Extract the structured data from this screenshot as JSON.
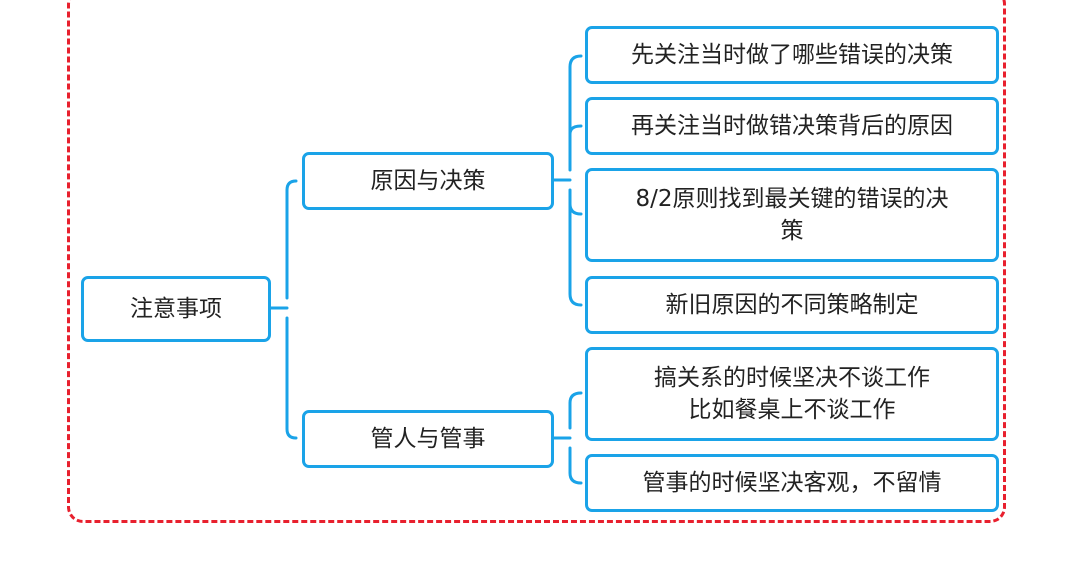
{
  "colors": {
    "node_border": "#1aa3e8",
    "connector": "#1aa3e8",
    "frame_border": "#e8202e",
    "text": "#222222"
  },
  "mindmap": {
    "root": "注意事项",
    "branches": [
      {
        "label": "原因与决策",
        "children": [
          {
            "lines": [
              "先关注当时做了哪些错误的决策"
            ]
          },
          {
            "lines": [
              "再关注当时做错决策背后的原因"
            ]
          },
          {
            "lines": [
              "8/2原则找到最关键的错误的决",
              "策"
            ]
          },
          {
            "lines": [
              "新旧原因的不同策略制定"
            ]
          }
        ]
      },
      {
        "label": "管人与管事",
        "children": [
          {
            "lines": [
              "搞关系的时候坚决不谈工作",
              "比如餐桌上不谈工作"
            ]
          },
          {
            "lines": [
              "管事的时候坚决客观，不留情"
            ]
          }
        ]
      }
    ]
  }
}
